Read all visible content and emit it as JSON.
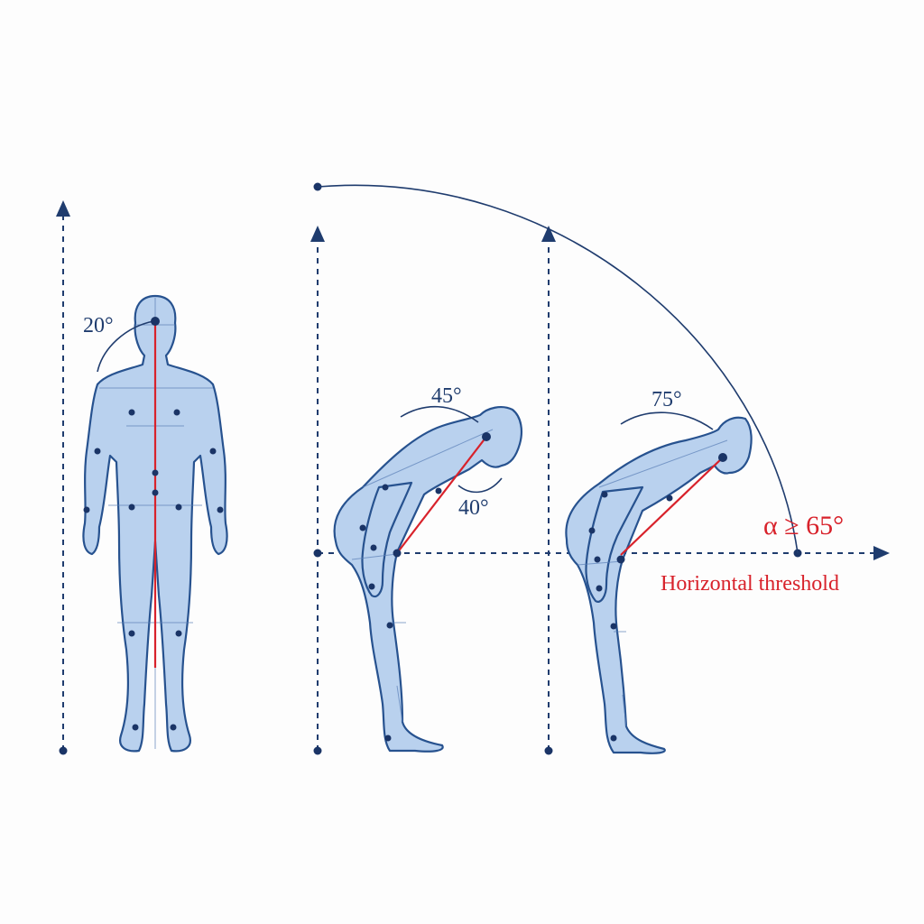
{
  "labels": {
    "standing_angle": "20°",
    "bow_head_angle": "45°",
    "bow_torso_angle": "40°",
    "deep_bow_angle": "75°",
    "alpha_condition": "α ≥ 65°",
    "horizontal_threshold": "Horizontal threshold"
  },
  "colors": {
    "body_fill": "#b9d1ee",
    "outline": "#27528f",
    "axis": "#1f3c6e",
    "highlight": "#d8222b"
  }
}
